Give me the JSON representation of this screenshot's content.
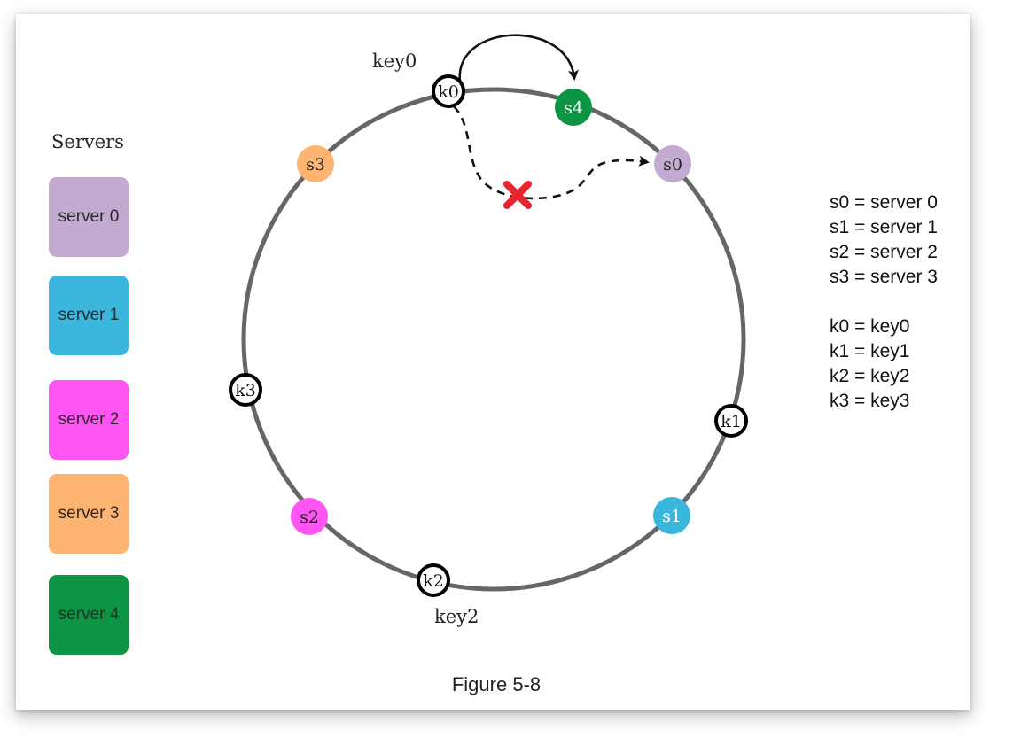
{
  "servers_panel": {
    "title": "Servers",
    "items": [
      {
        "label": "server 0",
        "color": "#c2aad0"
      },
      {
        "label": "server 1",
        "color": "#3bb6dc"
      },
      {
        "label": "server 2",
        "color": "#ff55f2"
      },
      {
        "label": "server 3",
        "color": "#fcb470"
      },
      {
        "label": "server 4",
        "color": "#0e9445"
      }
    ]
  },
  "ring": {
    "servers": [
      {
        "id": "s0",
        "label": "s0",
        "color": "#c2aad0"
      },
      {
        "id": "s1",
        "label": "s1",
        "color": "#3bb6dc"
      },
      {
        "id": "s2",
        "label": "s2",
        "color": "#ff55f2"
      },
      {
        "id": "s3",
        "label": "s3",
        "color": "#fcb470"
      },
      {
        "id": "s4",
        "label": "s4",
        "color": "#0e9445"
      }
    ],
    "keys": [
      {
        "id": "k0",
        "label": "k0"
      },
      {
        "id": "k1",
        "label": "k1"
      },
      {
        "id": "k2",
        "label": "k2"
      },
      {
        "id": "k3",
        "label": "k3"
      }
    ],
    "key_annotations": {
      "key0": "key0",
      "key2": "key2"
    }
  },
  "legend": {
    "servers": [
      "s0 = server 0",
      "s1 = server 1",
      "s2 = server 2",
      "s3 = server 3"
    ],
    "keys": [
      "k0 = key0",
      "k1 = key1",
      "k2 = key2",
      "k3 = key3"
    ]
  },
  "caption": "Figure 5-8",
  "colors": {
    "ring_stroke": "#666666",
    "arrow": "#111111",
    "removed_marker": "#e8252f"
  }
}
